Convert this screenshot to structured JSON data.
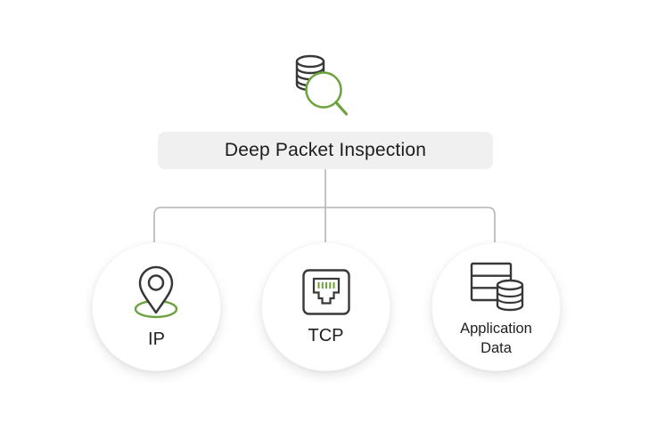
{
  "diagram": {
    "background": "#FFFFFF",
    "header_icon": {
      "name": "database-magnifier-icon",
      "database_stroke": "#383838",
      "magnifier_stroke": "#6CA33E"
    },
    "root_node": {
      "title": "Deep Packet Inspection",
      "bg": "#F0F0F0",
      "text_color": "#1D1D1D"
    },
    "connector_color": "#B4B4B4",
    "accent_green": "#6CA33E",
    "icon_stroke": "#383838",
    "nodes": [
      {
        "label": "IP",
        "icon": "location-pin-icon"
      },
      {
        "label": "TCP",
        "icon": "ethernet-port-icon"
      },
      {
        "label": "Application Data",
        "line1": "Application",
        "line2": "Data",
        "icon": "server-database-icon"
      }
    ]
  }
}
